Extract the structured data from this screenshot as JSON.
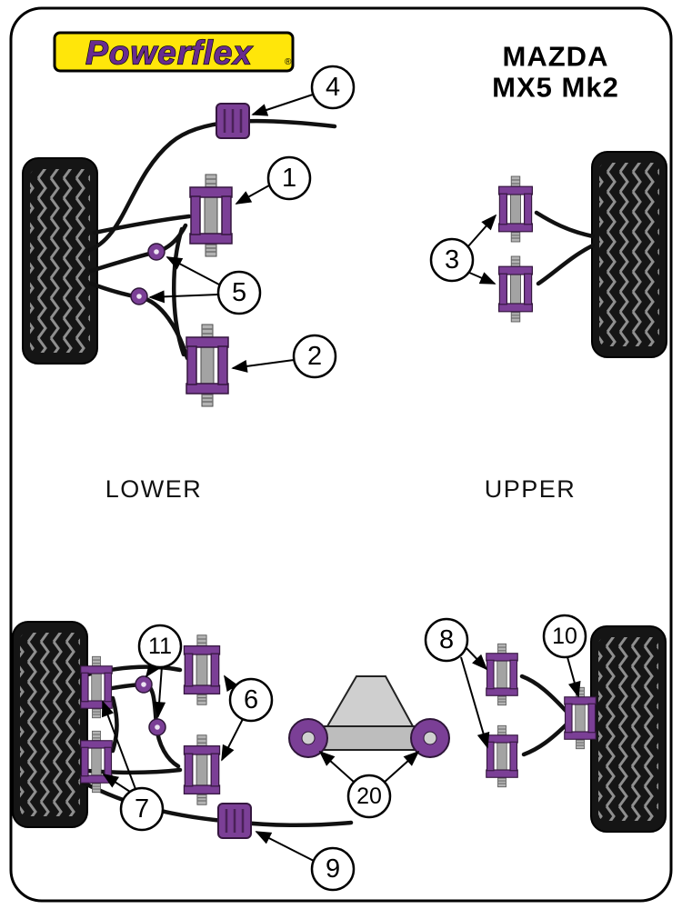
{
  "colors": {
    "bush_purple": "#7b3f96",
    "logo_yellow": "#ffe60a",
    "logo_purple": "#682c8f",
    "tire_black": "#151515",
    "tread_gray": "#8f8f8f"
  },
  "logo": {
    "text": "Powerflex",
    "reg": "®"
  },
  "header": {
    "make": "MAZDA",
    "model": "MX5 Mk2"
  },
  "sections": {
    "lower": "LOWER",
    "upper": "UPPER"
  },
  "callouts": {
    "c1": "1",
    "c2": "2",
    "c3": "3",
    "c4": "4",
    "c5": "5",
    "c6": "6",
    "c7": "7",
    "c8": "8",
    "c9": "9",
    "c10": "10",
    "c11": "11",
    "c20": "20"
  }
}
